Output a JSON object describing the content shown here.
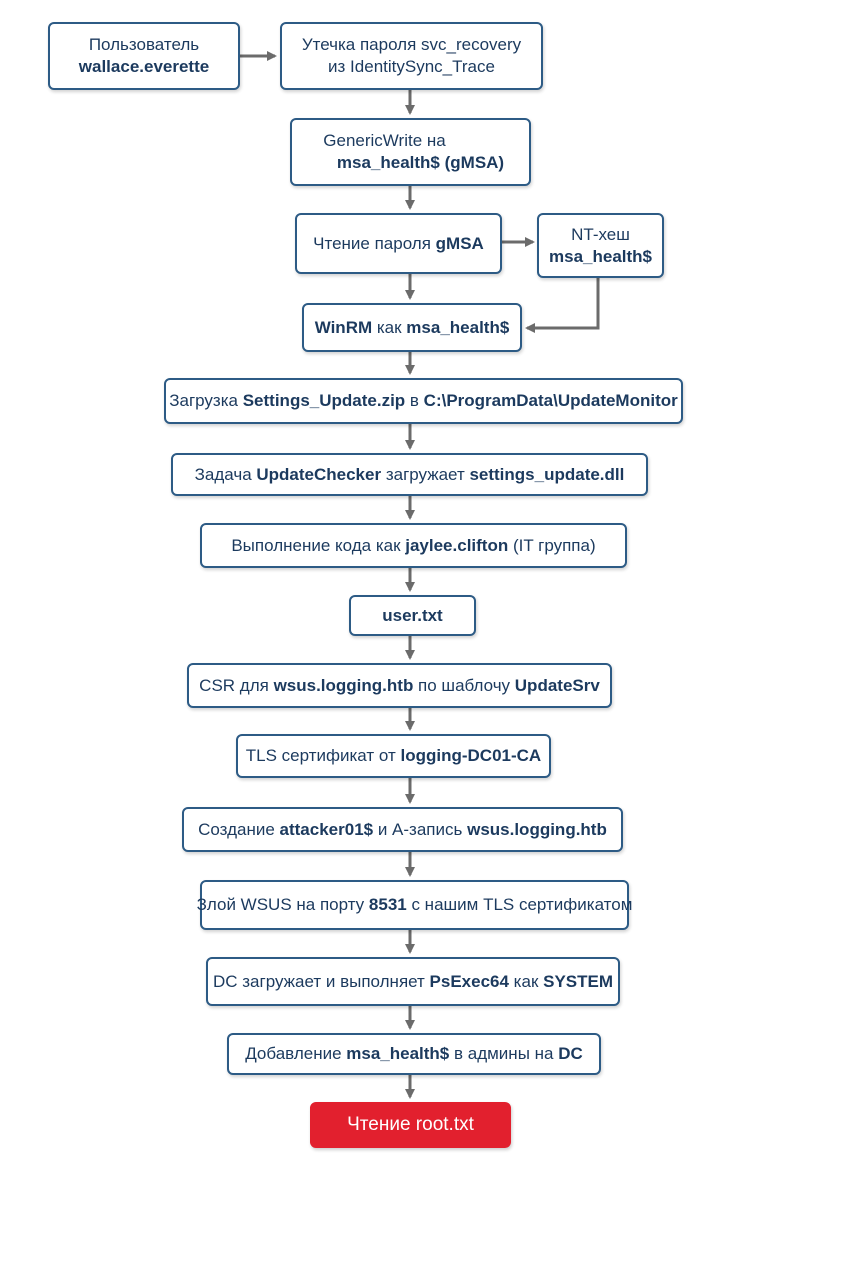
{
  "nodes": {
    "n1": {
      "line1": "Пользователь",
      "line2": "wallace.everette"
    },
    "n2": {
      "line1": "Утечка пароля svc_recovery",
      "line2": "из IdentitySync_Trace"
    },
    "n3": {
      "line1": "GenericWrite на",
      "line2": "msa_health$ (gMSA)"
    },
    "n4": {
      "pre": "Чтение пароля ",
      "bold": "gMSA"
    },
    "n5": {
      "line1": "NT-хеш",
      "line2": "msa_health$"
    },
    "n6": {
      "bold1": "WinRM",
      "mid": " как ",
      "bold2": "msa_health$"
    },
    "n7": {
      "pre": "Загрузка ",
      "bold1": "Settings_Update.zip",
      "mid": " в ",
      "bold2": "C:\\ProgramData\\UpdateMonitor"
    },
    "n8": {
      "pre": "Задача ",
      "bold1": "UpdateChecker",
      "mid": " загружает ",
      "bold2": "settings_update.dll"
    },
    "n9": {
      "pre": "Выполнение кода как ",
      "bold": "jaylee.clifton",
      "post": " (IT группа)"
    },
    "n10": {
      "bold": "user.txt"
    },
    "n11": {
      "pre": "CSR для ",
      "bold1": "wsus.logging.htb",
      "mid": " по шаблочу ",
      "bold2": "UpdateSrv"
    },
    "n12": {
      "pre": "TLS сертификат от ",
      "bold": "logging-DC01-CA"
    },
    "n13": {
      "pre": "Создание ",
      "bold1": "attacker01$",
      "mid": " и A-запись ",
      "bold2": "wsus.logging.htb"
    },
    "n14": {
      "pre": "Злой WSUS на порту ",
      "bold": "8531",
      "post": " с нашим TLS сертификатом"
    },
    "n15": {
      "pre": "DC загружает и выполняет ",
      "bold1": "PsExec64",
      "mid": " как ",
      "bold2": "SYSTEM"
    },
    "n16": {
      "pre": "Добавление ",
      "bold1": "msa_health$",
      "mid": " в админы на ",
      "bold2": "DC"
    },
    "n17": {
      "label": "Чтение root.txt"
    }
  },
  "colors": {
    "border": "#2d5b85",
    "text": "#1c3a5e",
    "arrow": "#6b6b6b",
    "final": "#e2202e"
  }
}
